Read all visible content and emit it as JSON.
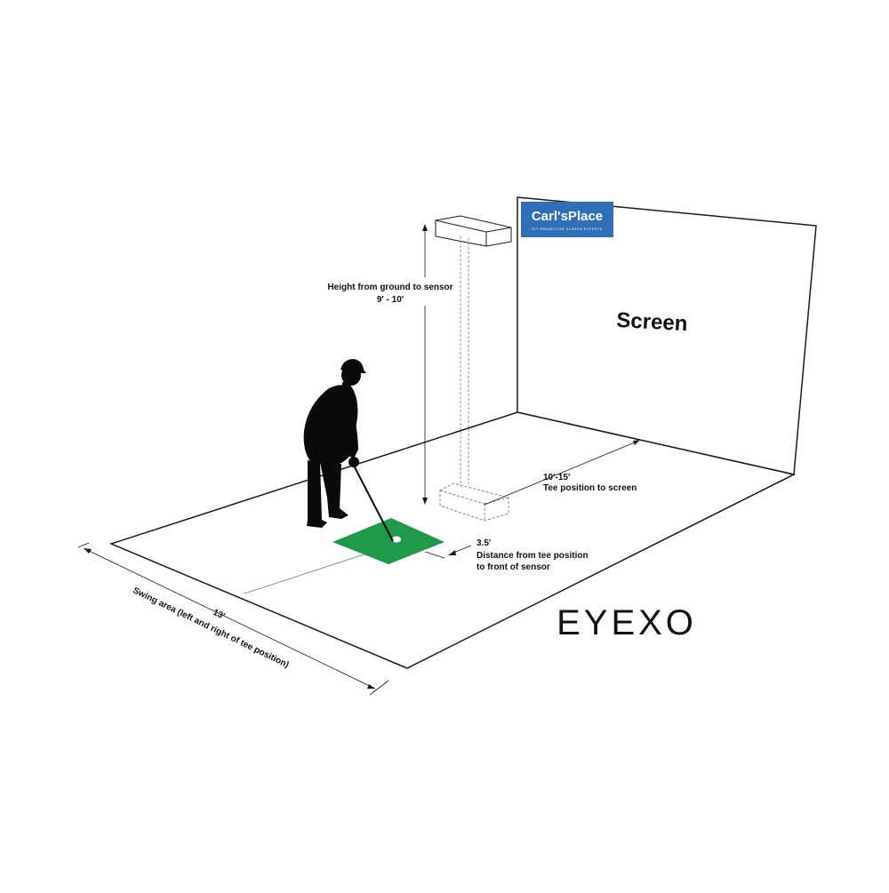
{
  "logo": {
    "name": "Carl'sPlace",
    "tagline": "DIY PROJECTOR SCREEN EXPERTS",
    "color": "#2f6fb8"
  },
  "screen": {
    "label": "Screen"
  },
  "brand": {
    "name": "EYEXO"
  },
  "annotations": {
    "height": {
      "line1": "Height from ground to sensor",
      "line2": "9' - 10'"
    },
    "tee_to_screen": {
      "line1": "10'-15'",
      "line2": "Tee position to screen"
    },
    "sensor_distance": {
      "line1": "3.5'",
      "line2": "Distance from tee position",
      "line3": "to front of sensor"
    },
    "swing_area": {
      "value": "13'",
      "label": "Swing area (left and right of tee position)"
    }
  },
  "colors": {
    "mat": "#1e9a4a",
    "lines": "#1a1a1a",
    "golfer": "#0a0a0a"
  }
}
